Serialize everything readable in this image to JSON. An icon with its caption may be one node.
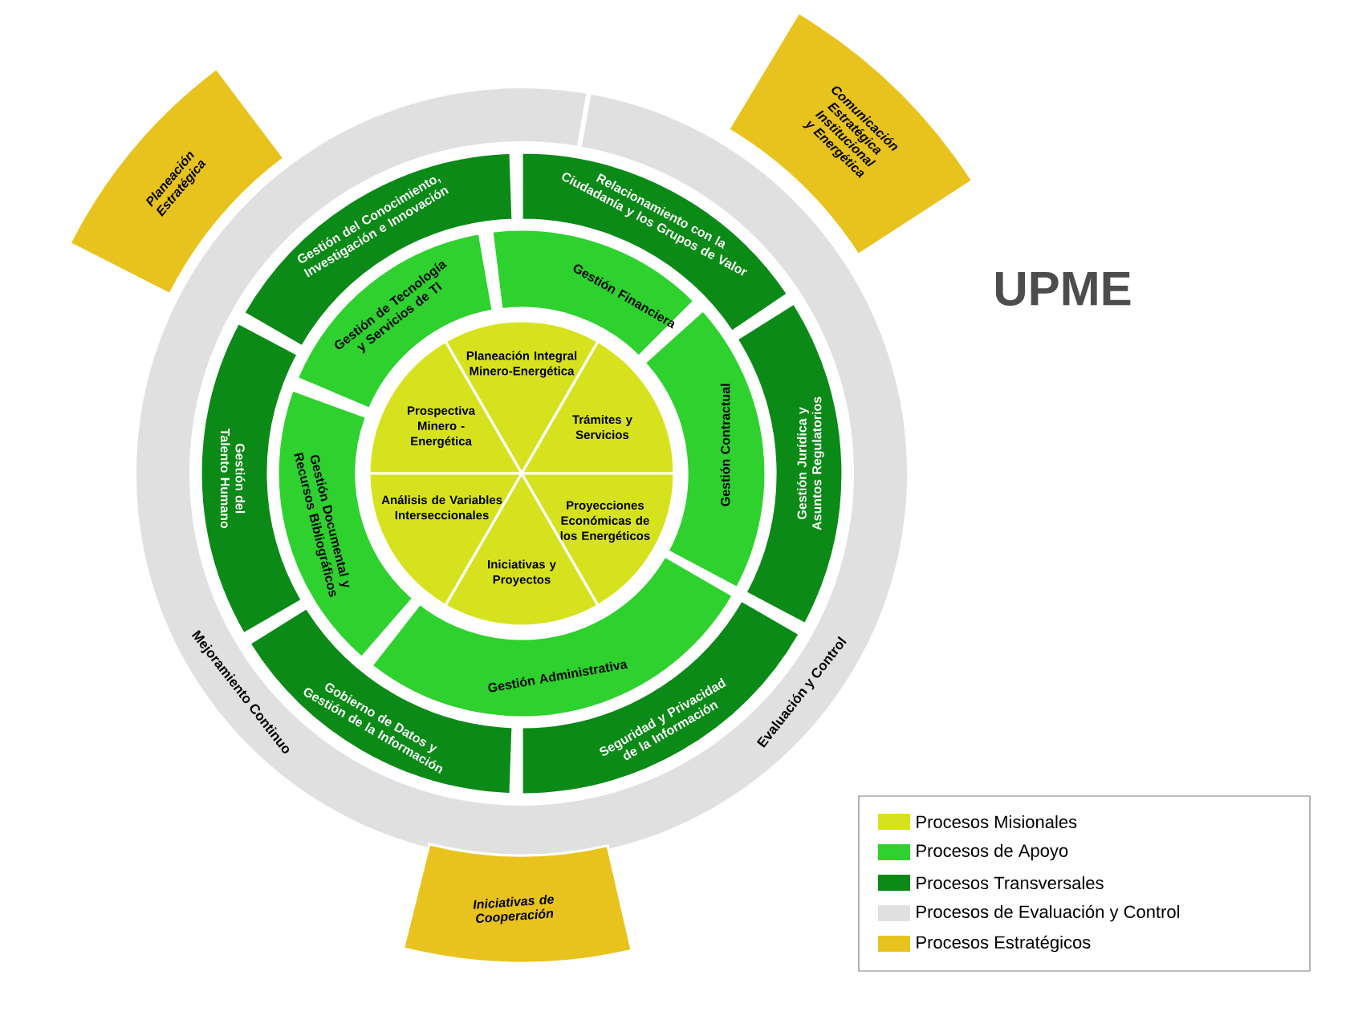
{
  "diagram": {
    "nodes": [
      {
        "text": [
          "Planeación Estratégica"
        ]
      },
      {
        "text": [
          "Comunicación Estratégica Institucional y Energética"
        ]
      },
      {
        "text": [
          "Gestión del Conocimiento, Investigación e Innovación"
        ]
      },
      {
        "text": [
          "Relacionamiento con la Ciudadanía y los Grupos de Valor"
        ]
      },
      {
        "text": [
          "Gestión del Talento Humano"
        ]
      },
      {
        "text": [
          "Gestión Jurídica y Asuntos Regulatorios"
        ]
      },
      {
        "text": [
          "Gobierno de Datos y Gestión de la Información"
        ]
      },
      {
        "text": [
          "Seguridad y Privacidad de la Información"
        ]
      },
      {
        "text": [
          "Gestión de Tecnología y Servicios de TI"
        ]
      },
      {
        "text": [
          "Gestión Financiera"
        ]
      },
      {
        "text": [
          "Gestión Documental y Recursos Bibliográficos"
        ]
      },
      {
        "text": [
          "Gestión Contractual"
        ]
      },
      {
        "text": [
          "Gestión Administrativa"
        ]
      },
      {
        "text": [
          "Planeación Integral Minero-Energética"
        ]
      },
      {
        "text": [
          "Prospectiva Minero - Energética"
        ]
      },
      {
        "text": [
          "Trámites y Servicios"
        ]
      },
      {
        "text": [
          "Análisis de Variables Interseccionales"
        ]
      },
      {
        "text": [
          "Proyecciones Económicas de los Energéticos"
        ]
      },
      {
        "text": [
          "Iniciativas y Proyectos"
        ]
      },
      {
        "text": [
          "Iniciativas de Cooperación"
        ]
      }
    ],
    "labels": [
      "UPME",
      "Mejoramiento Continuo",
      "Evaluación y Control"
    ],
    "legend": [
      {
        "text": "Procesos Misionales",
        "color": "#d7e21f"
      },
      {
        "text": "Procesos de Apoyo",
        "color": "#2ed12e"
      },
      {
        "text": "Procesos Transversales",
        "color": "#0b8a17"
      },
      {
        "text": "Procesos de Evaluación y Control",
        "color": "#e0e0e0"
      },
      {
        "text": "Procesos Estratégicos",
        "color": "#e8c31d"
      }
    ]
  }
}
